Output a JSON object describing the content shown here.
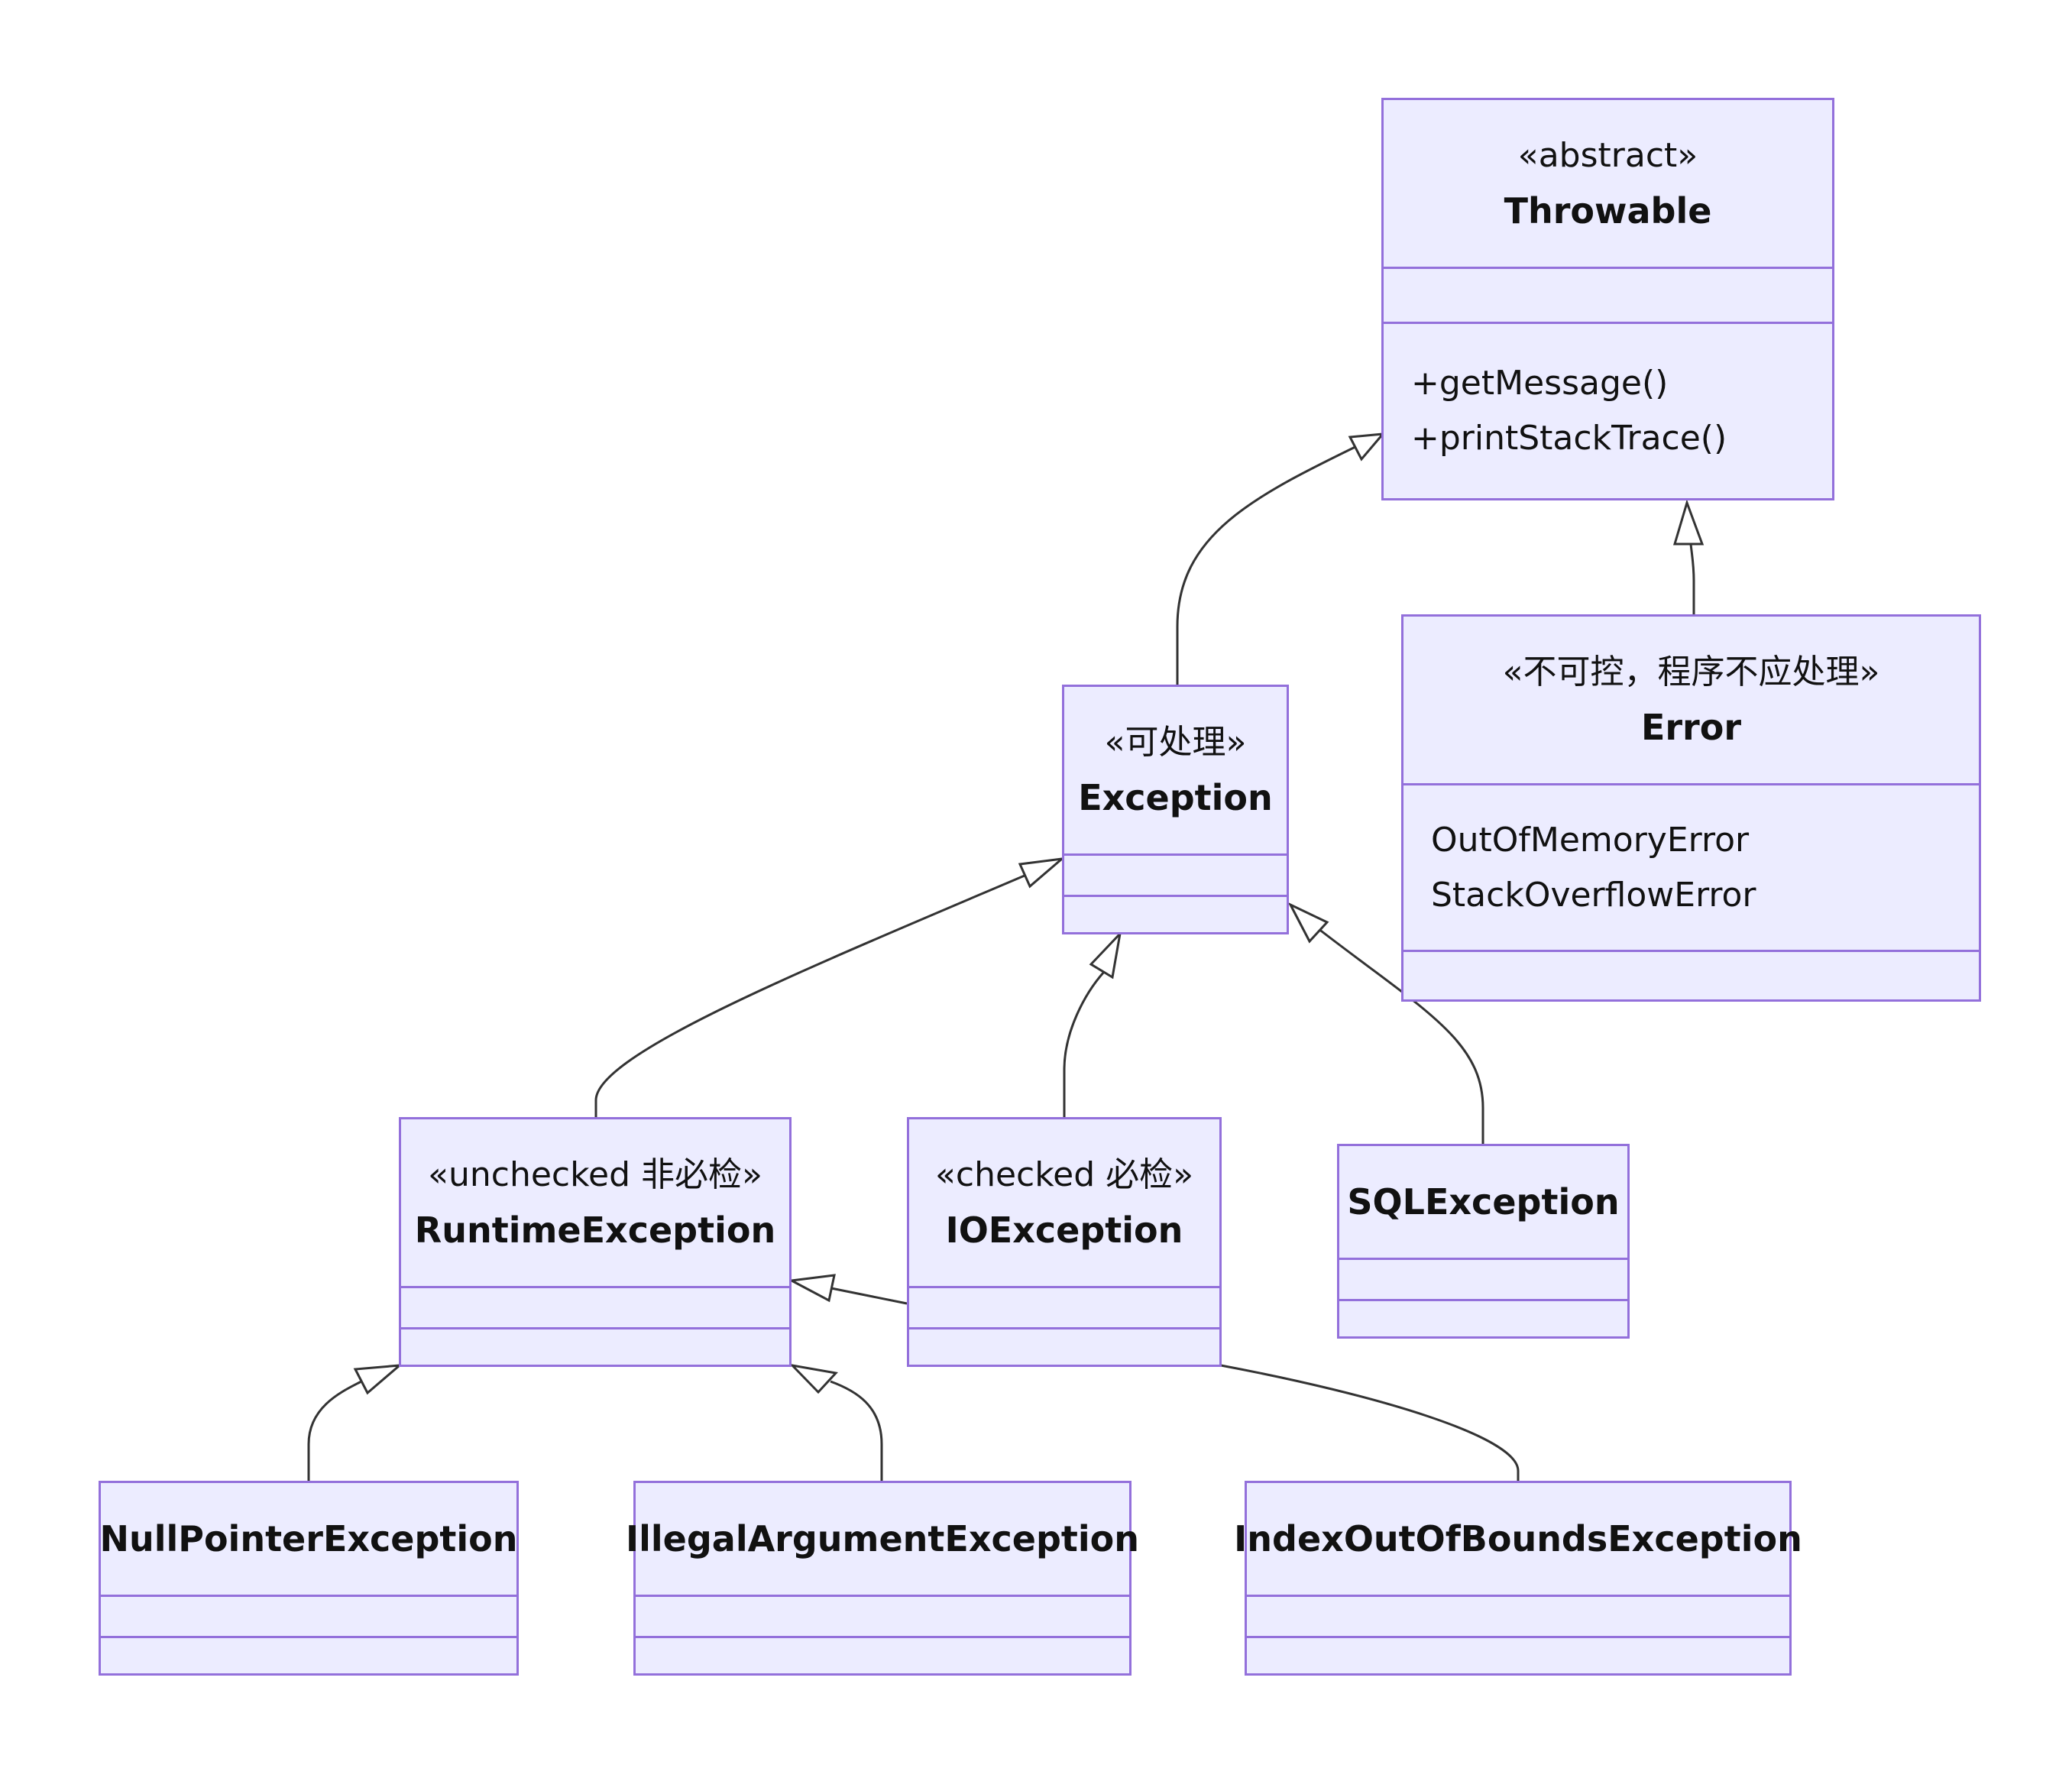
{
  "classes": {
    "throwable": {
      "stereotype": "«abstract»",
      "name": "Throwable",
      "methods": [
        "+getMessage()",
        "+printStackTrace()"
      ]
    },
    "error": {
      "stereotype": "«不可控，程序不应处理»",
      "name": "Error",
      "members": [
        "OutOfMemoryError",
        "StackOverflowError"
      ]
    },
    "exception": {
      "stereotype": "«可处理»",
      "name": "Exception"
    },
    "runtime": {
      "stereotype": "«unchecked 非必检»",
      "name": "RuntimeException"
    },
    "io": {
      "stereotype": "«checked 必检»",
      "name": "IOException"
    },
    "sql": {
      "name": "SQLException"
    },
    "npe": {
      "name": "NullPointerException"
    },
    "iae": {
      "name": "IllegalArgumentException"
    },
    "ioobe": {
      "name": "IndexOutOfBoundsException"
    }
  },
  "colors": {
    "fill": "#ececff",
    "border": "#9370db",
    "edge": "#333333"
  }
}
